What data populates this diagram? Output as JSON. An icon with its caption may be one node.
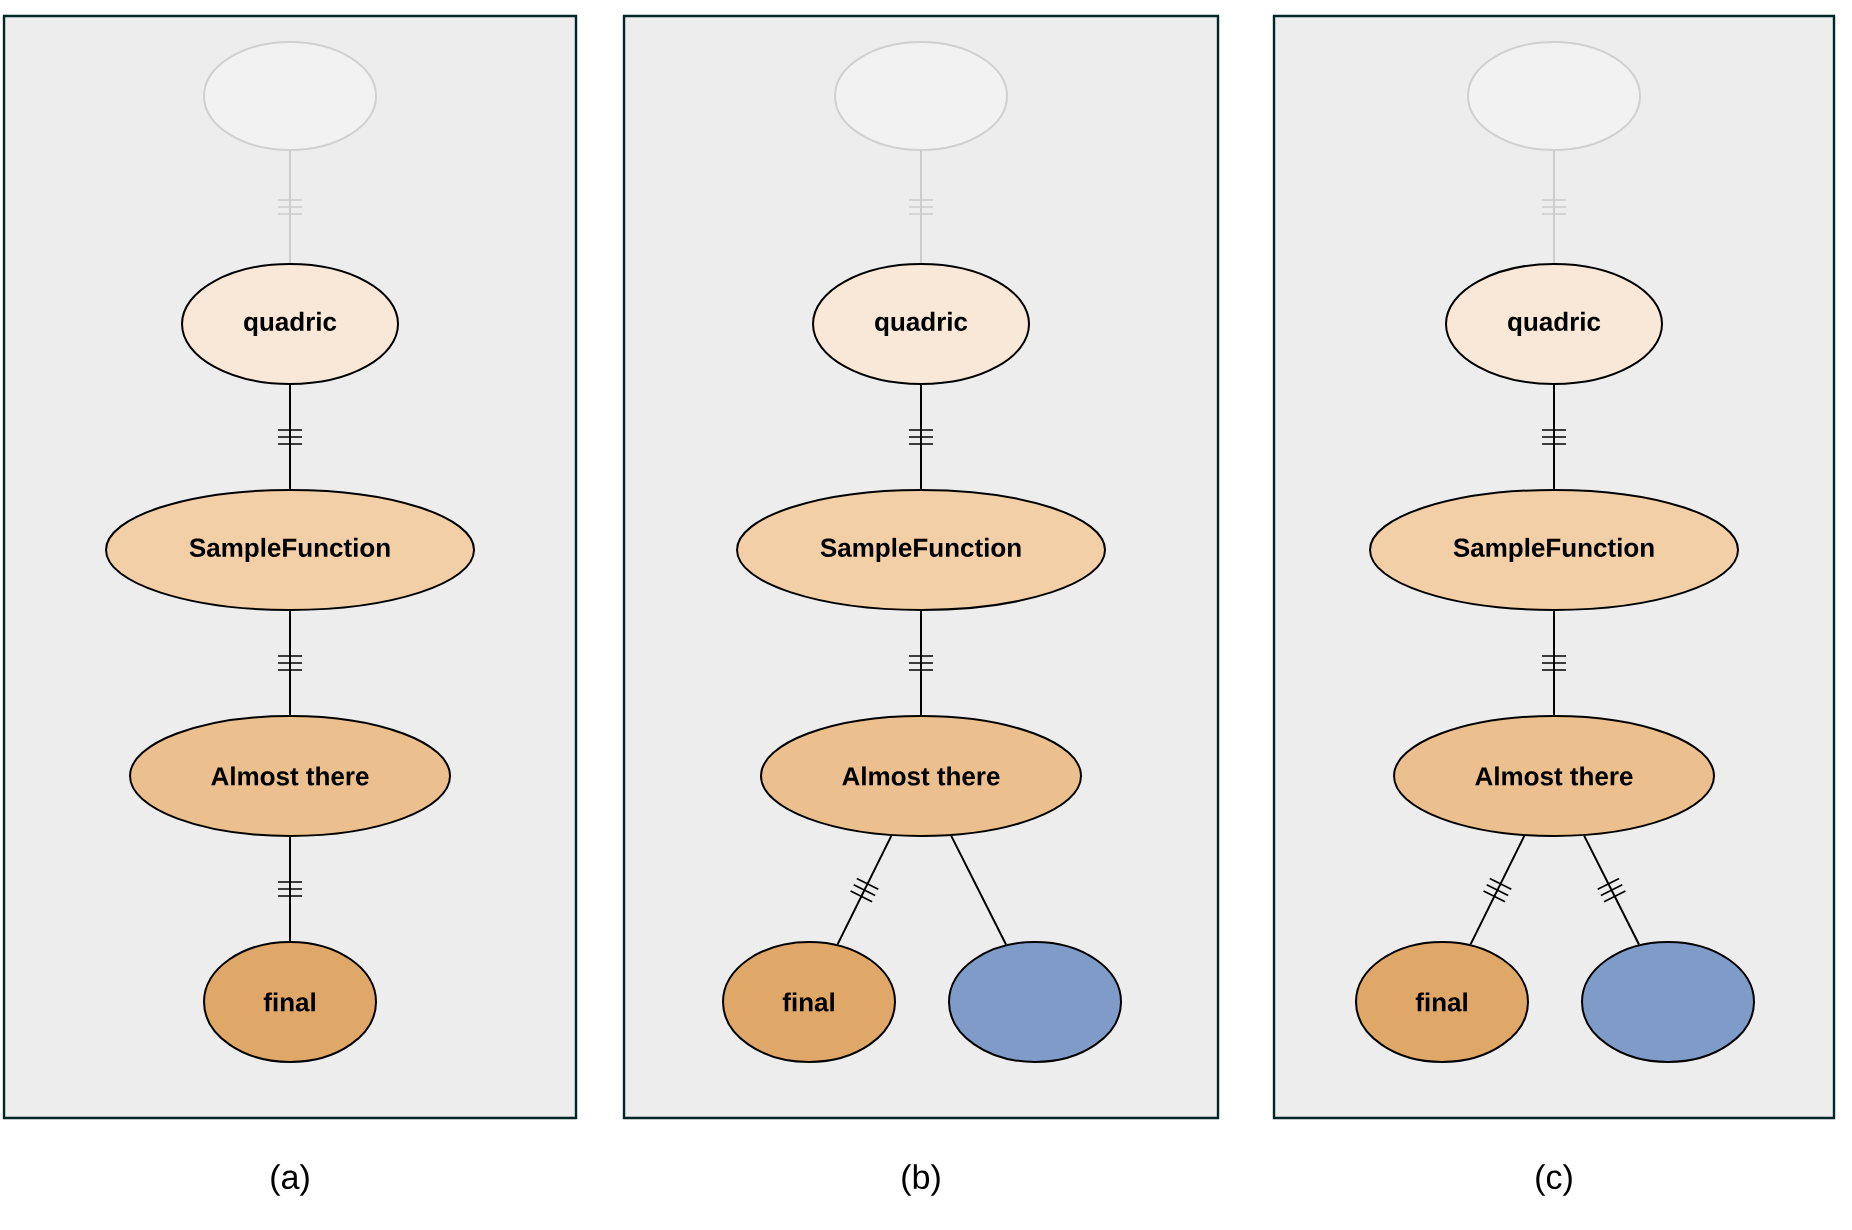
{
  "diagram": {
    "nodes": [
      {
        "text": [
          "(a)"
        ]
      },
      {
        "text": [],
        "shape": "circle",
        "in": 0
      },
      {
        "text": [
          "quadric"
        ],
        "in": 0
      },
      {
        "text": [
          "SampleFunction"
        ],
        "in": 0
      },
      {
        "text": [
          "Almost there"
        ],
        "in": 0
      },
      {
        "text": [
          "final"
        ],
        "in": 0
      },
      {
        "text": [
          "(b)"
        ]
      },
      {
        "text": [],
        "shape": "circle",
        "in": 6
      },
      {
        "text": [
          "quadric"
        ],
        "in": 6
      },
      {
        "text": [
          "SampleFunction"
        ],
        "in": 6
      },
      {
        "text": [
          "Almost there"
        ],
        "in": 6
      },
      {
        "text": [
          "final"
        ],
        "in": 6
      },
      {
        "text": [],
        "shape": "circle",
        "in": 6
      },
      {
        "text": [
          "(c)"
        ]
      },
      {
        "text": [],
        "shape": "circle",
        "in": 13
      },
      {
        "text": [
          "quadric"
        ],
        "in": 13
      },
      {
        "text": [
          "SampleFunction"
        ],
        "in": 13
      },
      {
        "text": [
          "Almost there"
        ],
        "in": 13
      },
      {
        "text": [
          "final"
        ],
        "in": 13
      },
      {
        "text": [],
        "shape": "circle",
        "in": 13
      }
    ],
    "edges": [
      {
        "from": 1,
        "to": 2,
        "arrow": "none",
        "color": "#cccccc"
      },
      {
        "from": 2,
        "to": 3,
        "arrow": "none"
      },
      {
        "from": 3,
        "to": 4,
        "arrow": "none"
      },
      {
        "from": 4,
        "to": 5,
        "arrow": "none"
      },
      {
        "from": 7,
        "to": 8,
        "arrow": "none",
        "color": "#cccccc"
      },
      {
        "from": 8,
        "to": 9,
        "arrow": "none"
      },
      {
        "from": 9,
        "to": 10,
        "arrow": "none"
      },
      {
        "from": 10,
        "to": 11,
        "arrow": "none"
      },
      {
        "from": 10,
        "to": 12,
        "arrow": "none"
      },
      {
        "from": 14,
        "to": 15,
        "arrow": "none",
        "color": "#cccccc"
      },
      {
        "from": 15,
        "to": 16,
        "arrow": "none"
      },
      {
        "from": 16,
        "to": 17,
        "arrow": "none"
      },
      {
        "from": 17,
        "to": 18,
        "arrow": "none"
      },
      {
        "from": 17,
        "to": 19,
        "arrow": "none"
      }
    ]
  }
}
